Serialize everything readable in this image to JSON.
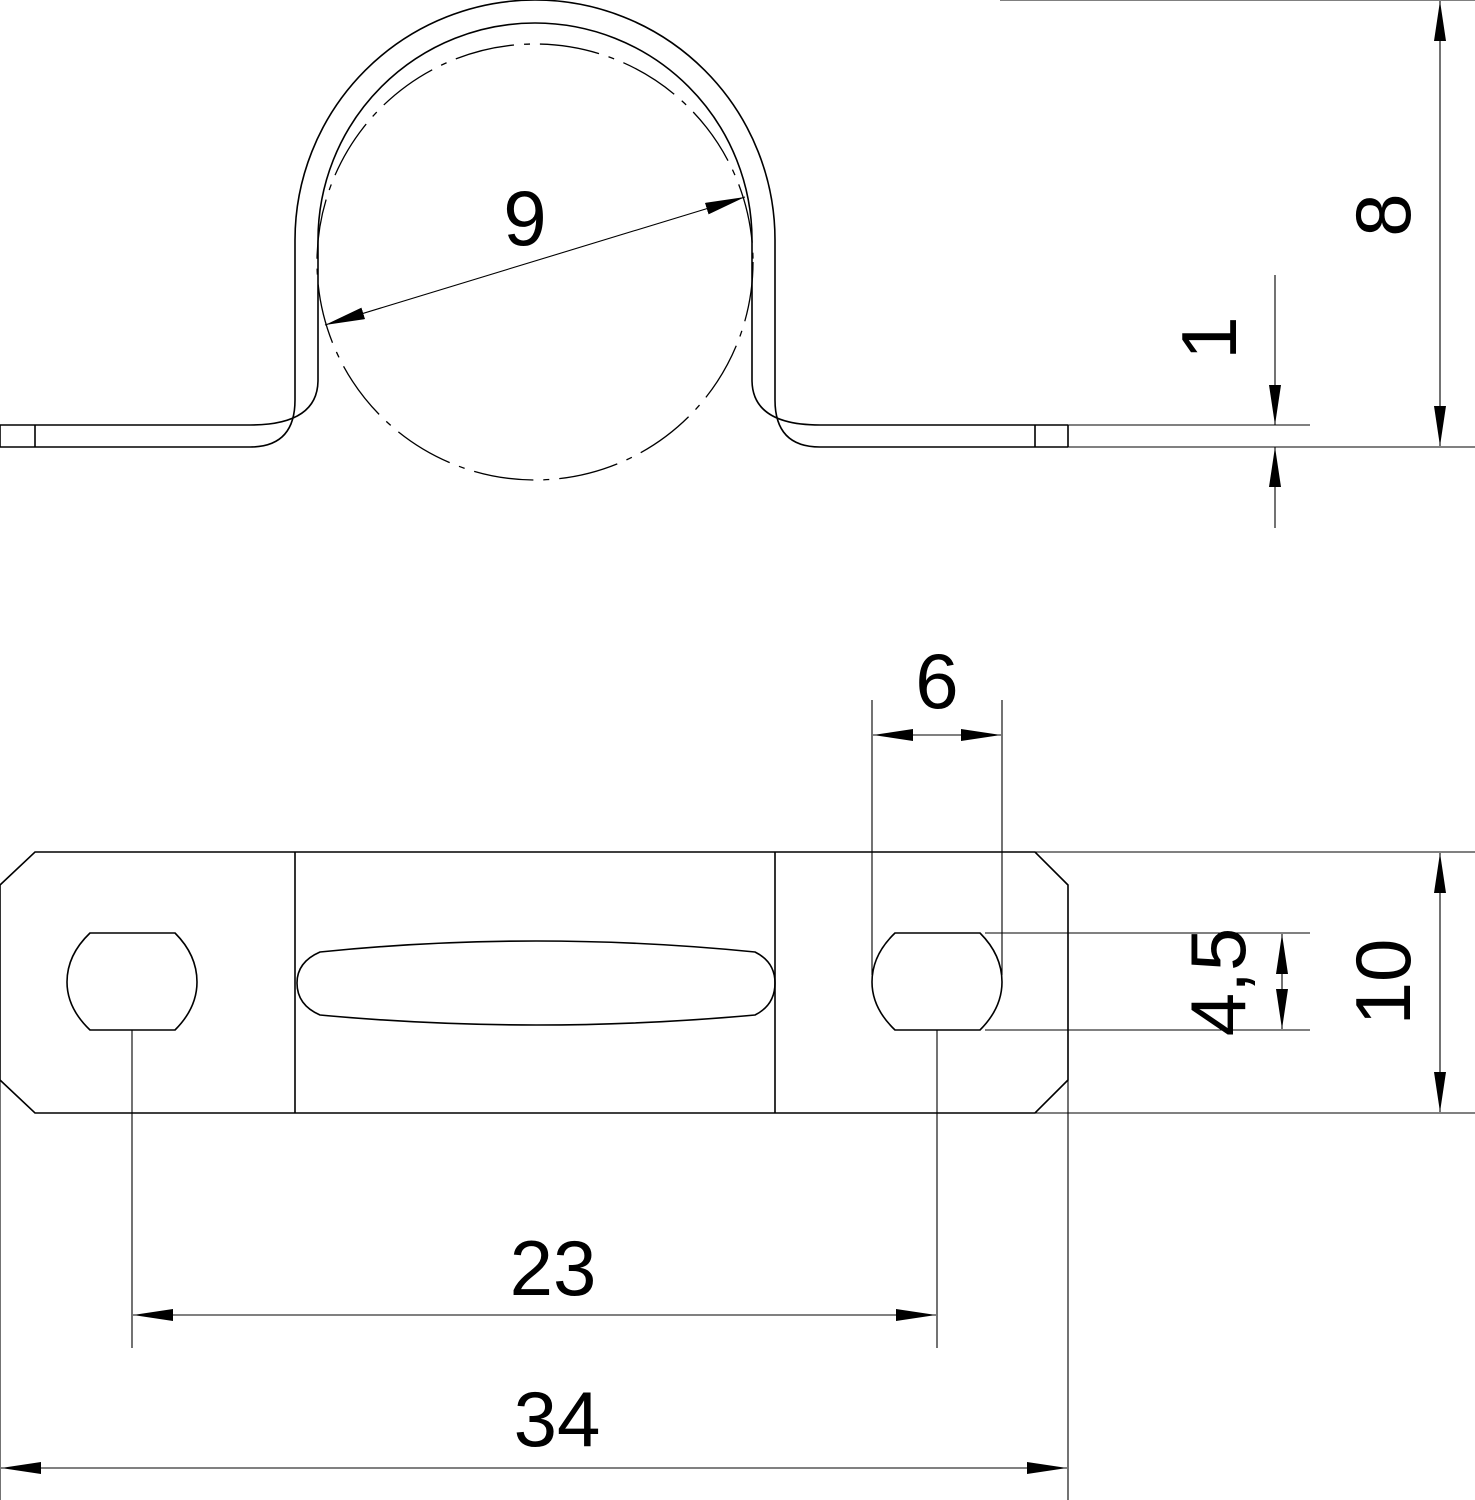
{
  "drawing": {
    "side_view": {
      "dimensions": {
        "pipe_diameter": "9",
        "total_height": "8",
        "material_thickness": "1"
      }
    },
    "top_view": {
      "dimensions": {
        "hole_length": "6",
        "hole_width": "4,5",
        "strap_width": "10",
        "hole_spacing": "23",
        "total_length": "34"
      }
    },
    "line_color": "#000000",
    "background_color": "#ffffff"
  }
}
